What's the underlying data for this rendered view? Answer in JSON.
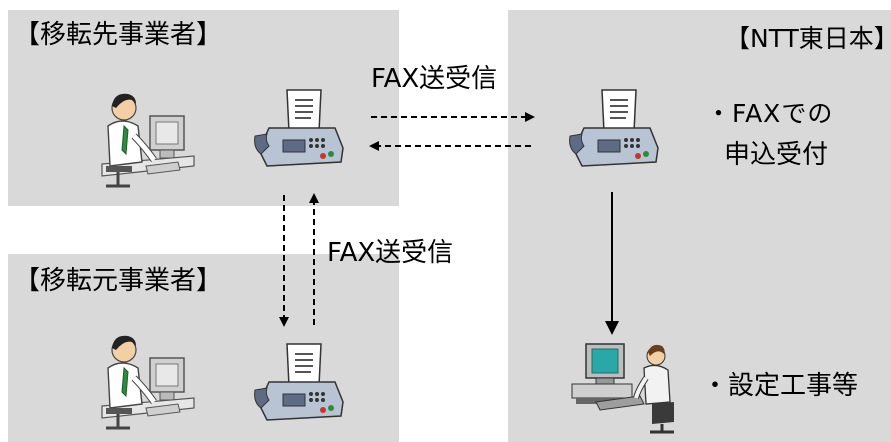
{
  "panels": {
    "dest_title": "【移転先事業者】",
    "src_title": "【移転元事業者】",
    "ntt_title": "【NTT東日本】"
  },
  "flows": {
    "fax_top": "FAX送受信",
    "fax_mid": "FAX送受信"
  },
  "ntt_notes": {
    "note1_line1": "・FAXでの",
    "note1_line2": "申込受付",
    "note2": "・設定工事等"
  },
  "colors": {
    "panel_bg": "#d9d9d9",
    "fax_body": "#b8c4d4",
    "fax_dark": "#5d6b85",
    "shirt": "#ffffff",
    "tie": "#2e8b3d",
    "monitor_screen": "#2aa7a7"
  }
}
